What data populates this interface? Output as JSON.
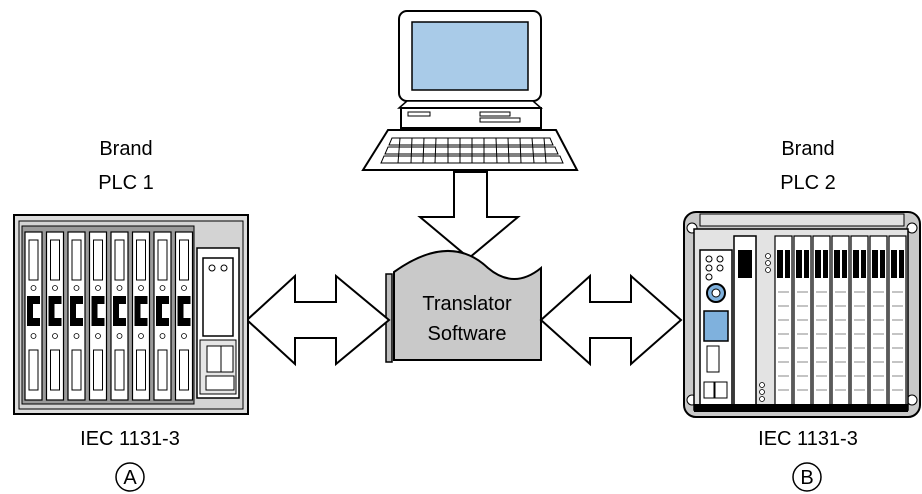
{
  "plc1": {
    "brand": "Brand",
    "name": "PLC 1",
    "standard": "IEC 1131-3",
    "marker": "A"
  },
  "plc2": {
    "brand": "Brand",
    "name": "PLC 2",
    "standard": "IEC 1131-3",
    "marker": "B"
  },
  "translator": {
    "line1": "Translator",
    "line2": "Software"
  },
  "colors": {
    "monitor_screen": "#a9cbe8",
    "panel_gray": "#c9c9c9",
    "accent_blue": "#7fb1dd"
  }
}
